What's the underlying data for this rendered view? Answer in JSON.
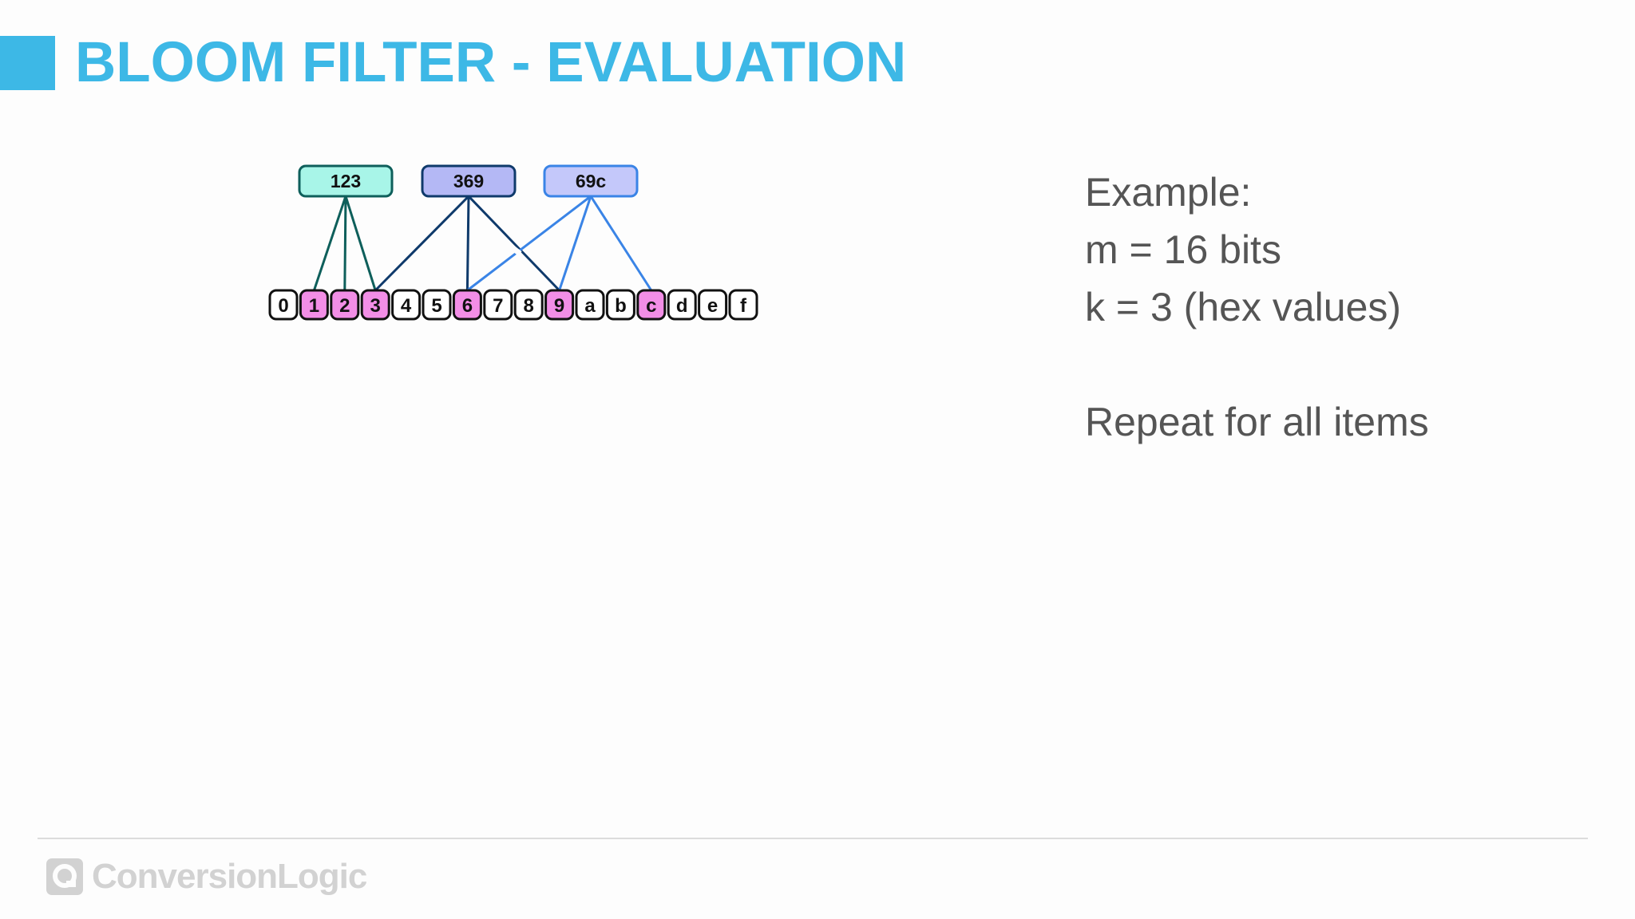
{
  "slide": {
    "title": "BLOOM FILTER - EVALUATION"
  },
  "diagram": {
    "items": [
      {
        "label": "123",
        "fill": "#a8f5e8",
        "stroke": "#0e5f5b",
        "line_color": "#0e5f5b",
        "hashes": [
          "1",
          "2",
          "3"
        ]
      },
      {
        "label": "369",
        "fill": "#b4b8f5",
        "stroke": "#0f3a6b",
        "line_color": "#0f3a6b",
        "hashes": [
          "3",
          "6",
          "9"
        ]
      },
      {
        "label": "69c",
        "fill": "#c4c8fa",
        "stroke": "#3a84e6",
        "line_color": "#3a84e6",
        "hashes": [
          "6",
          "9",
          "c"
        ]
      }
    ],
    "bits": [
      "0",
      "1",
      "2",
      "3",
      "4",
      "5",
      "6",
      "7",
      "8",
      "9",
      "a",
      "b",
      "c",
      "d",
      "e",
      "f"
    ],
    "set_bits": [
      "1",
      "2",
      "3",
      "6",
      "9",
      "c"
    ],
    "set_color": "#f28ee6",
    "unset_color": "#ffffff"
  },
  "notes": {
    "line1": "Example:",
    "line2": "m = 16 bits",
    "line3": "k = 3 (hex values)",
    "line4": "Repeat for all items"
  },
  "footer": {
    "logo_text": "ConversionLogic",
    "logo_icon": "conversionlogic-logo-icon"
  },
  "colors": {
    "accent": "#3db8e6",
    "text": "#555555",
    "footer_rule": "#dcdcdc",
    "logo": "#d2d2d2"
  }
}
